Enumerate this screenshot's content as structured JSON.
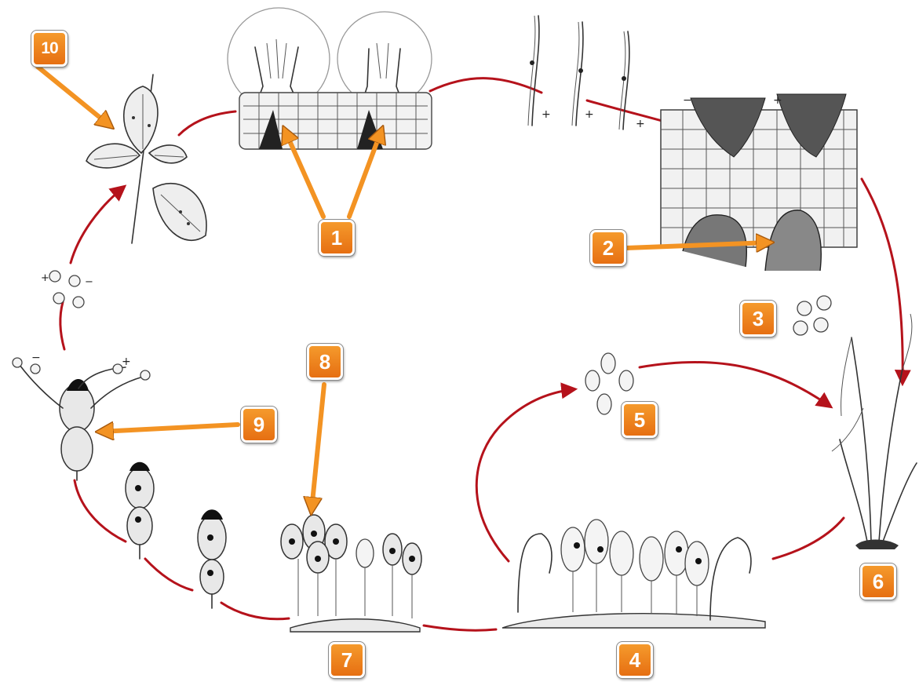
{
  "labels": {
    "l1": "1",
    "l2": "2",
    "l3": "3",
    "l4": "4",
    "l5": "5",
    "l6": "6",
    "l7": "7",
    "l8": "8",
    "l9": "9",
    "l10": "10"
  },
  "colors": {
    "cycle_arrow": "#b5121b",
    "pointer_arrow": "#f39323",
    "label_fill": "#ef7f1a",
    "label_text": "#ffffff"
  }
}
